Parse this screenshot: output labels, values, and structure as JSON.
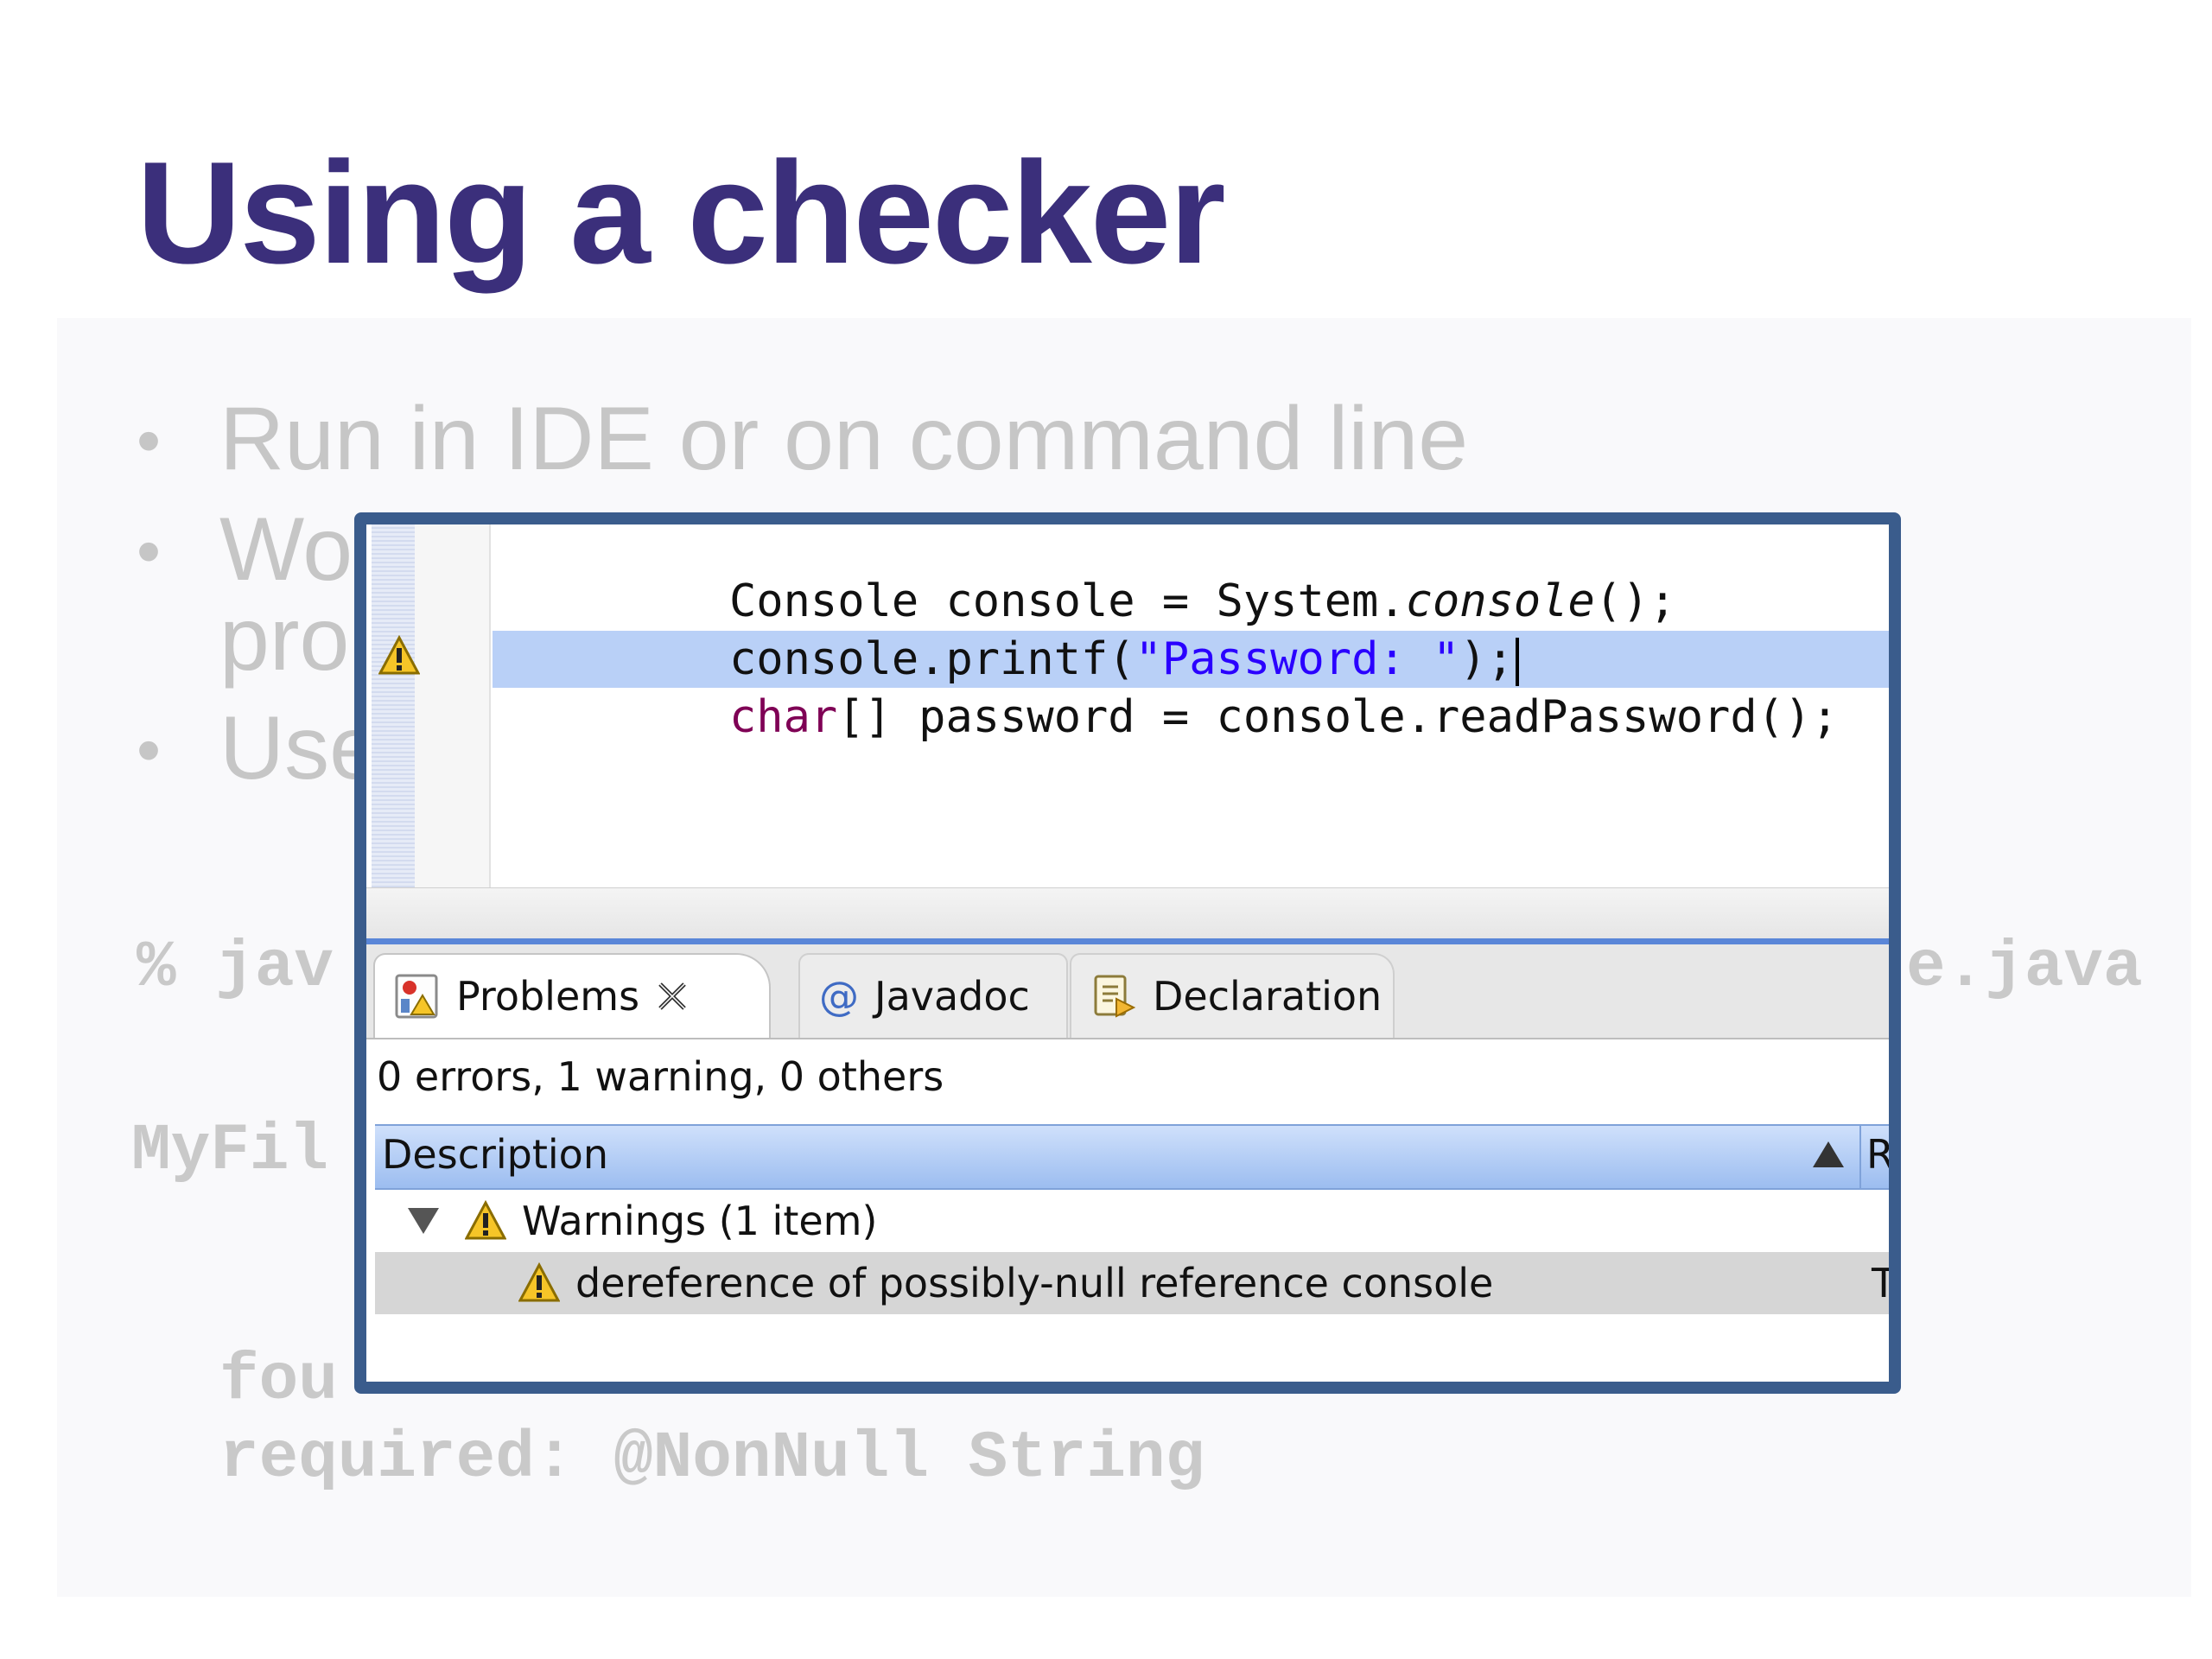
{
  "slide": {
    "title": "Using a checker",
    "bullets": [
      {
        "text": "Run in IDE or on command line"
      },
      {
        "text": "Wo"
      },
      {
        "text": "pro"
      },
      {
        "text": "Use"
      }
    ],
    "command_fragment": "% jav",
    "command_tail": "e.java",
    "file_fragment": "MyFil",
    "found_fragment": "fou",
    "required_line": "required: @NonNull String"
  },
  "editor": {
    "lines": {
      "l1_a": "Console console = System.",
      "l1_b": "console",
      "l1_c": "();",
      "l2_a": "console.printf(",
      "l2_b": "\"Password: \"",
      "l2_c": ");",
      "l3_a": "char",
      "l3_b": "[] password = console.readPassword();"
    }
  },
  "problems": {
    "tabs": {
      "problems": "Problems",
      "javadoc": "Javadoc",
      "declaration": "Declaration"
    },
    "summary": "0 errors, 1 warning, 0 others",
    "column_header": "Description",
    "next_column_fragment": "R",
    "group_label": "Warnings (1 item)",
    "item_label": "dereference of possibly-null reference console",
    "item_tail": "T"
  },
  "colors": {
    "title": "#3b2f7b",
    "frame_border": "#3a5c8c",
    "highlight": "#b9d0f7",
    "warning": "#f6c528"
  }
}
